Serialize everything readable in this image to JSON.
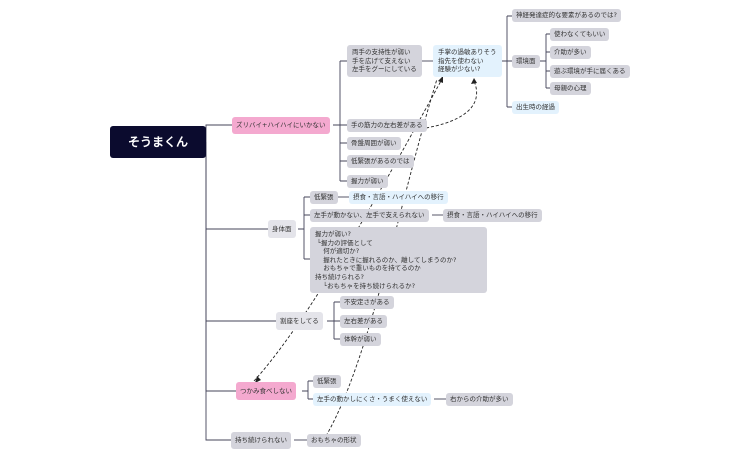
{
  "root": "そうまくん",
  "nodes": {
    "zuribai": "ズリバイ+ハイハイにいかない",
    "shinkei": "神経発達症的な要素があるのでは?",
    "tsukai": "使わなくてもいい",
    "kaijo": "介助が多い",
    "asobi": "遊ぶ環境が手に届くある",
    "bosei": "母親の心理",
    "kankyo": "環境面",
    "shussei": "出生時の経過",
    "ryote": "両手の支持性が弱い\n手を広げて支えない\n左手をグーにしている",
    "tenohira": "手掌の過敏ありそう\n指先を使わない\n経験が少ない?",
    "kinryoku": "手の筋力の左右差がある",
    "kenko": "骨盤周囲が弱い",
    "teikincho": "低緊張があるのでは",
    "akuryoku": "握力が弱い",
    "shintai": "身体面",
    "teikincho2": "低緊張",
    "sesshoku": "摂食・言語・ハイハイへの移行",
    "hidarite": "左手が動かない、左手で支えられない",
    "sesshoku2": "摂食・言語・ハイハイへの移行",
    "akuryoku_q": "握力が弱い?\n └握力の評価として\n    何が適切か?\n    握れたときに握れるのか、離してしまうのか?\n    おもちゃで重いものを持てるのか\n持ち続けられる?\n    └おもちゃを持ち続けられるか?",
    "fuantei": "不安定さがある",
    "sayuu": "左右差がある",
    "taikan": "体幹が弱い",
    "kakuza": "割座をしてる",
    "tsukami": "つかみ食べしない",
    "teikincho3": "低緊張",
    "hidarite2": "左手の動かしにくさ・うまく使えない",
    "migikara": "右からの介助が多い",
    "mochitsuzuke": "持ち続けられない",
    "omocha": "おもちゃの形状"
  }
}
